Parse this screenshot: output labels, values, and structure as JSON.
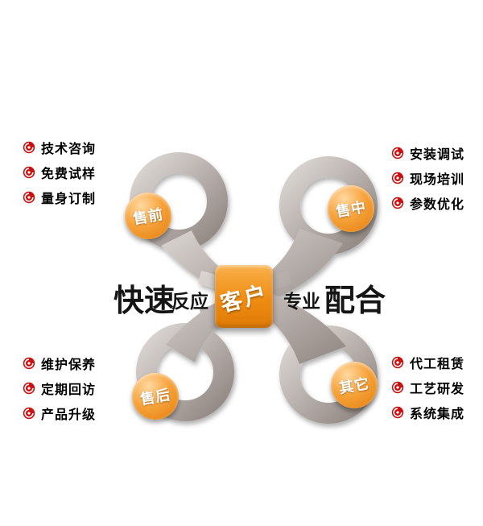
{
  "center": {
    "left_large": "快速",
    "left_small": "反应",
    "hub_label": "客户",
    "right_small": "专业",
    "right_large": "配合"
  },
  "nodes": {
    "pre_sale": "售前",
    "in_sale": "售中",
    "after_sale": "售后",
    "other": "其它"
  },
  "lists": {
    "top_left": {
      "items": [
        "技术咨询",
        "免费试样",
        "量身订制"
      ]
    },
    "top_right": {
      "items": [
        "安装调试",
        "现场培训",
        "参数优化"
      ]
    },
    "bottom_left": {
      "items": [
        "维护保养",
        "定期回访",
        "产品升级"
      ]
    },
    "bottom_right": {
      "items": [
        "代工租赁",
        "工艺研发",
        "系统集成"
      ]
    }
  },
  "colors": {
    "accent_orange": "#EE8A10",
    "ribbon_gray": "#B7AFAB",
    "bullet_red": "#CC1010",
    "text_black": "#111111"
  }
}
